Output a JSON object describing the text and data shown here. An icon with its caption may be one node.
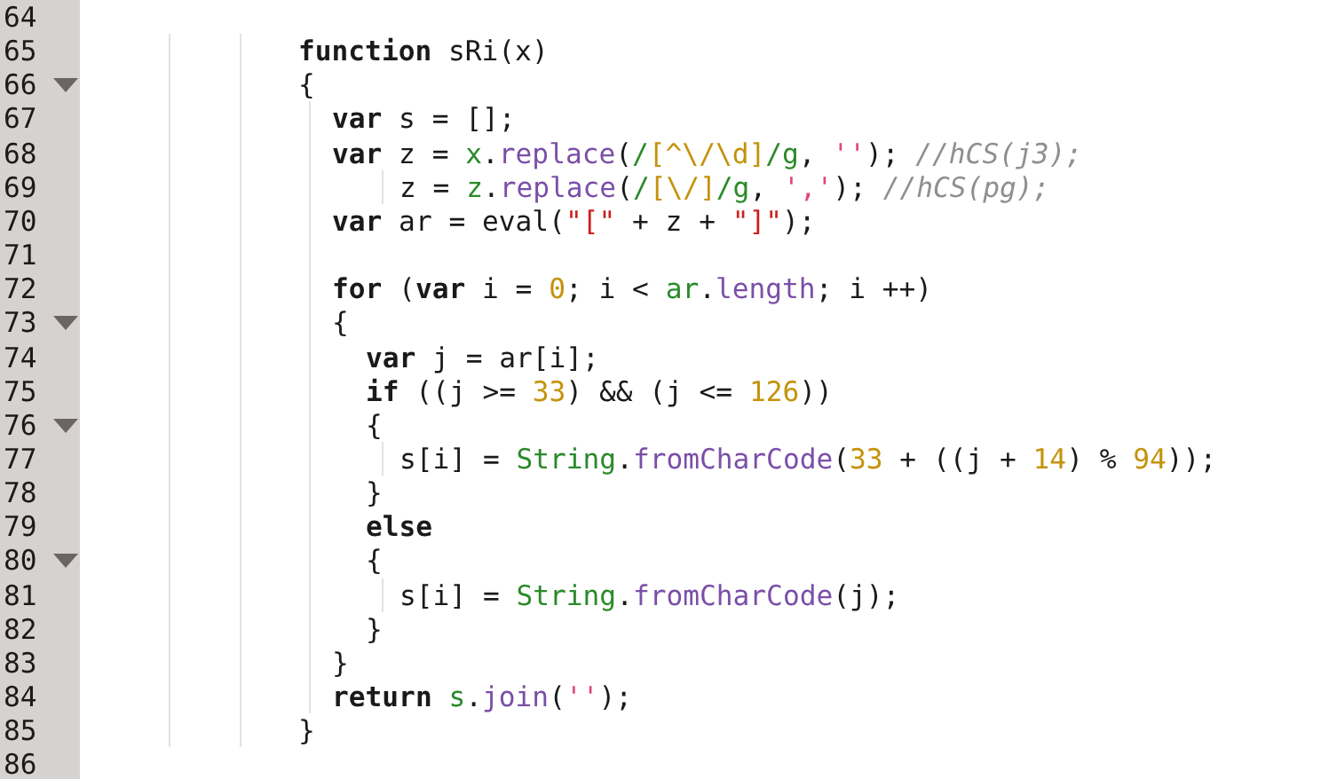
{
  "diagram": {
    "labels": [
      "64",
      "65",
      "**function** sRi(x)",
      "66",
      "{",
      "67",
      "**var** s = [];",
      "68",
      "**var** z = x.replace(/[^\\/\\d]/g, ''); //hCS(j3);",
      "69",
      "z = z.replace(/[\\/]/g, ','); //hCS(pg);",
      "70",
      "**var** ar = eval(\"[\" + z + \"]\");",
      "71",
      "72",
      "**for** (**var** i = 0; i < ar.length; i ++)",
      "73",
      "{",
      "74",
      "**var** j = ar[i];",
      "75",
      "**if** ((j >= 33) && (j <= 126))",
      "76",
      "{",
      "77",
      "s[i] = String.fromCharCode(33 + ((j + 14) % 94));",
      "78",
      "}",
      "79",
      "**else**",
      "80",
      "{",
      "81",
      "s[i] = String.fromCharCode(j);",
      "82",
      "}",
      "83",
      "}",
      "84",
      "**return** s.join('');",
      "85",
      "}",
      "86"
    ]
  }
}
